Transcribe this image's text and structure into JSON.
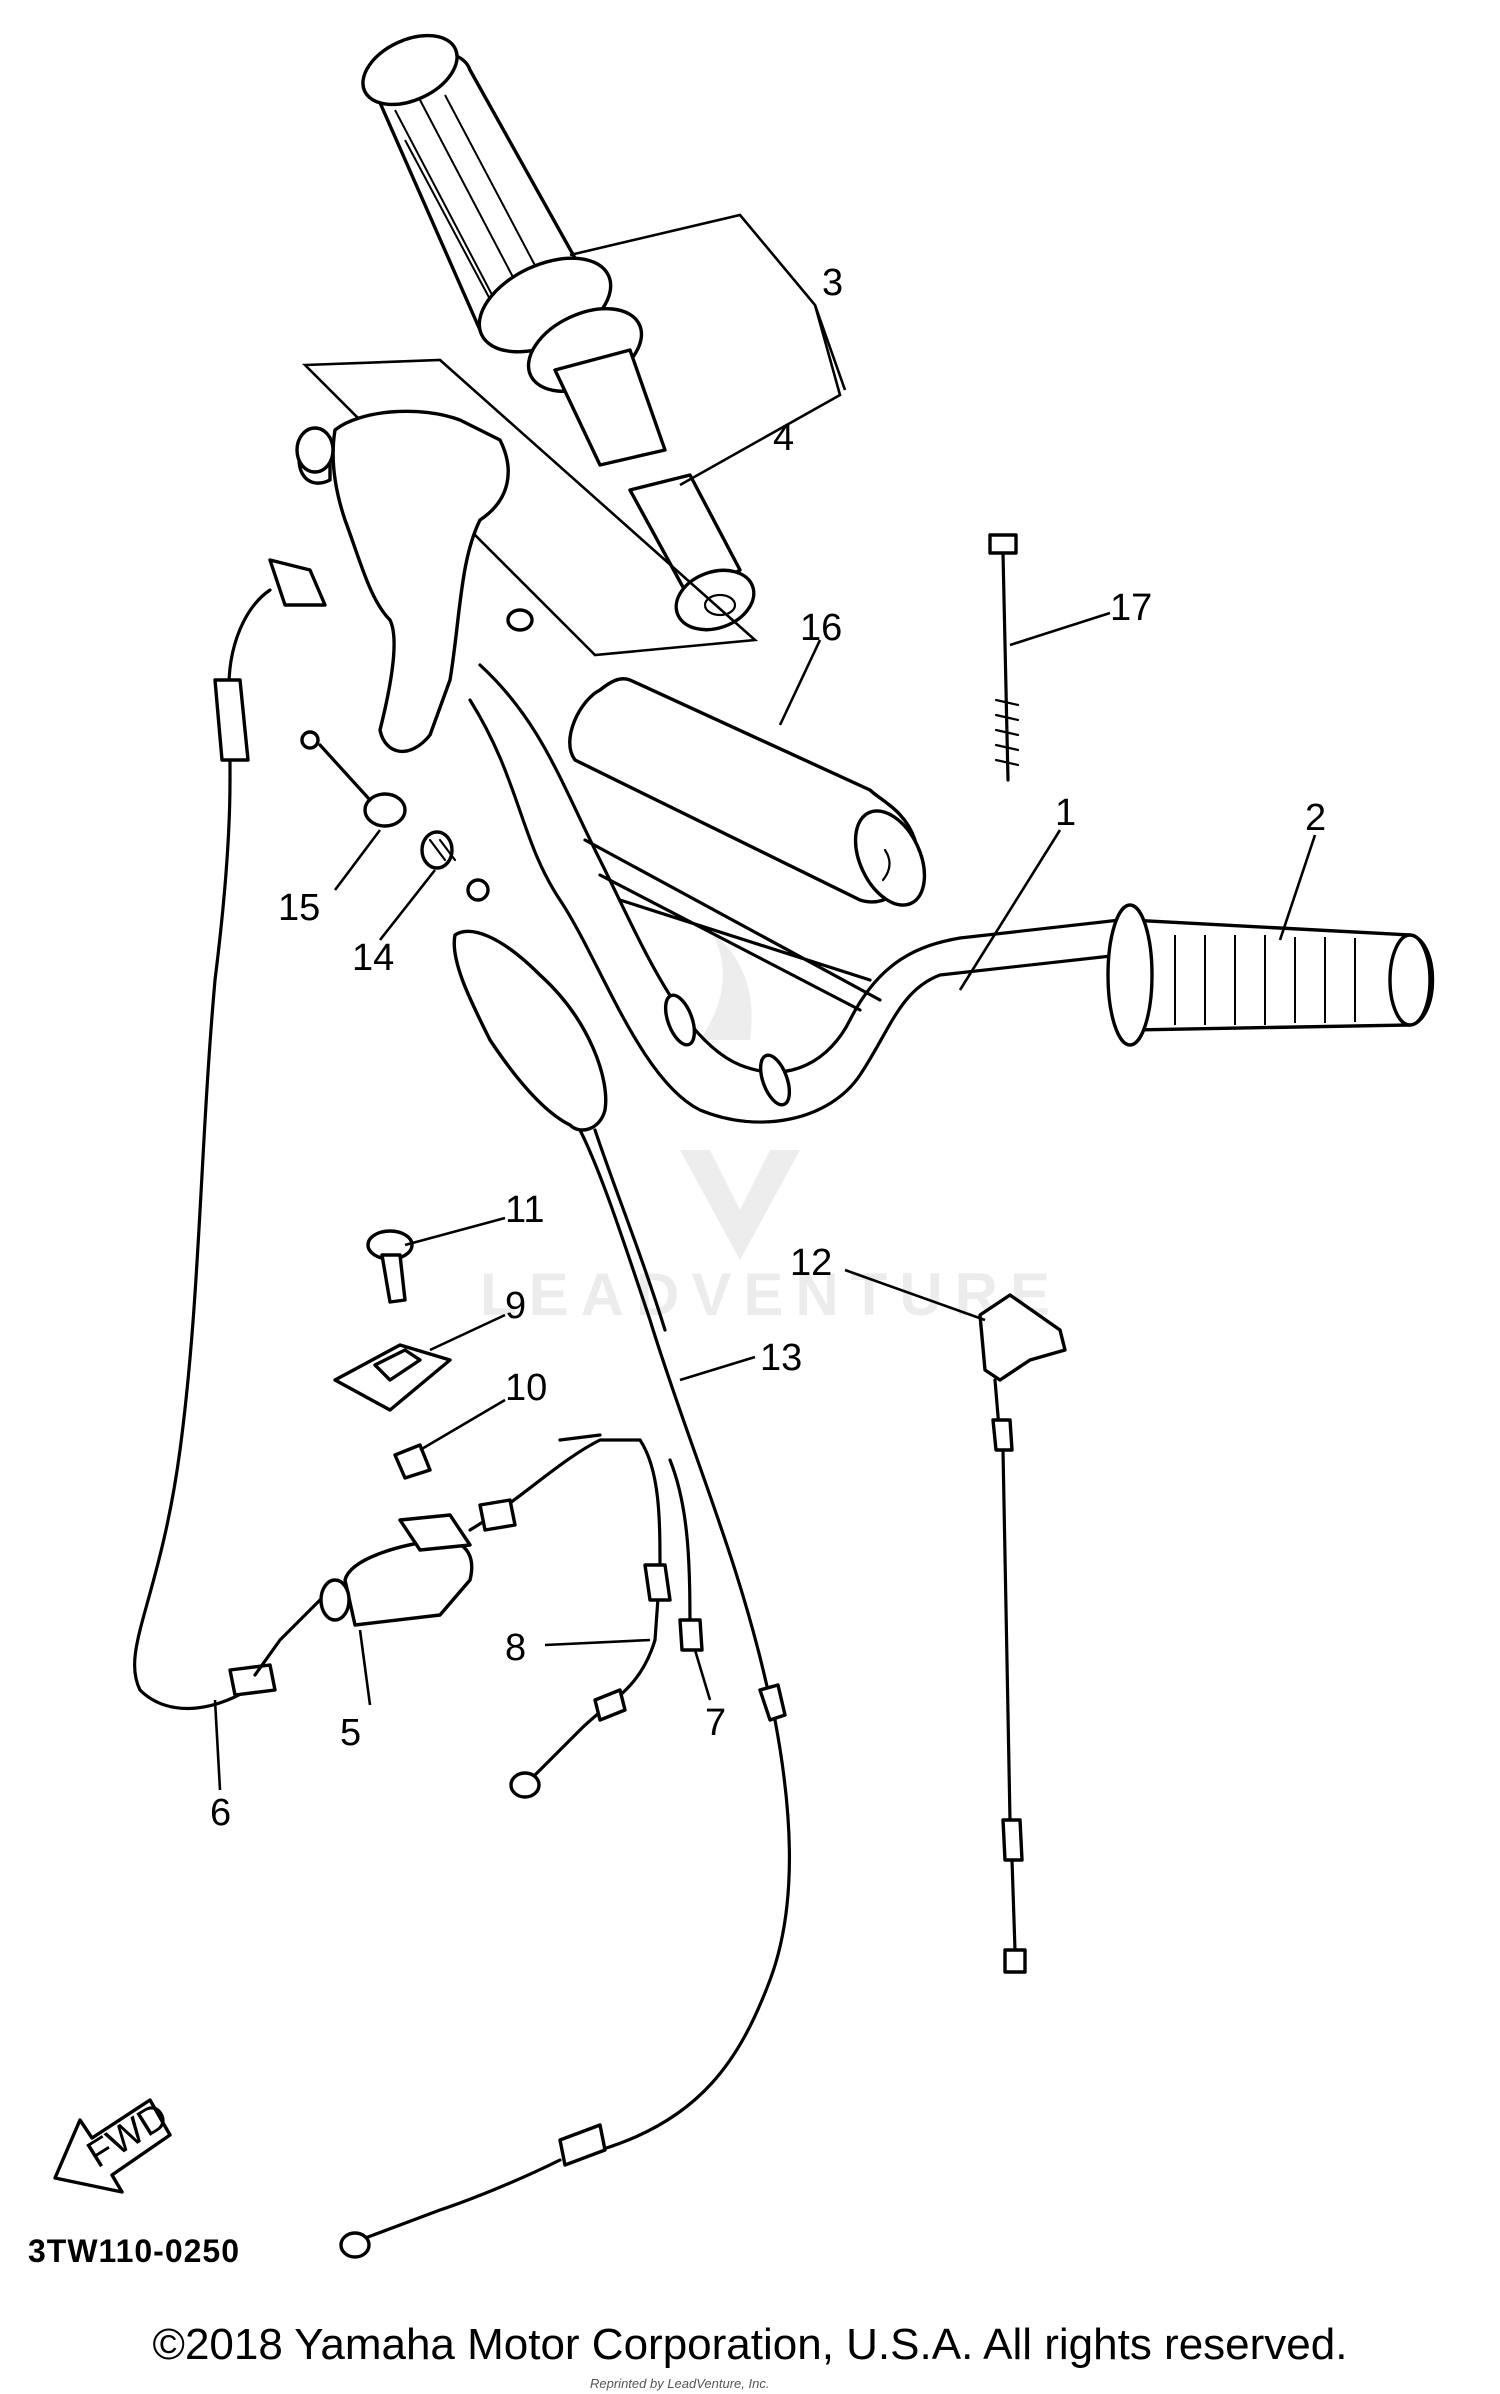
{
  "watermark": {
    "text": "LEADVENTURE"
  },
  "callouts": [
    "1",
    "2",
    "3",
    "4",
    "5",
    "6",
    "7",
    "8",
    "9",
    "10",
    "11",
    "12",
    "13",
    "14",
    "15",
    "16",
    "17"
  ],
  "fwd_label": "FWD",
  "diagram_code": "3TW110-0250",
  "copyright": "©2018 Yamaha Motor Corporation, U.S.A. All rights reserved.",
  "reprint": "Reprinted by LeadVenture, Inc."
}
